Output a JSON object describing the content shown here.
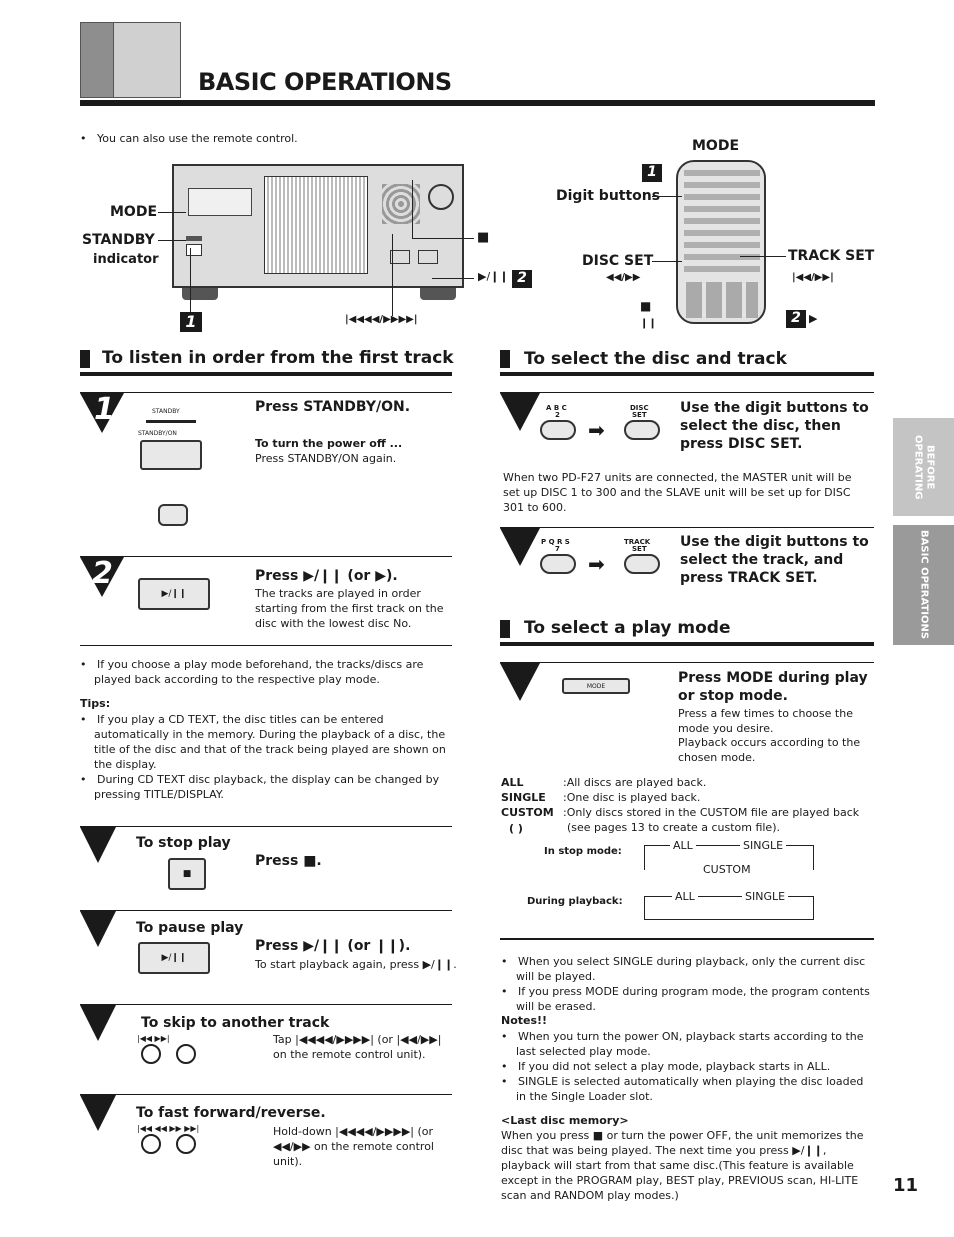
{
  "header": {
    "title": "BASIC OPERATIONS"
  },
  "intro": {
    "remote_note": "You can also use the remote control."
  },
  "diagram": {
    "mode_label": "MODE",
    "standby_label": "STANDBY",
    "indicator_label": "indicator",
    "digit_buttons_label": "Digit buttons",
    "remote_mode_label": "MODE",
    "disc_set_label": "DISC SET",
    "track_set_label": "TRACK SET",
    "disc_arrows": "◀◀/▶▶",
    "track_arrows": "|◀◀/▶▶|",
    "stop_glyph": "■",
    "play_pause_glyph": "▶/❙❙",
    "skip_glyph": "|◀◀◀◀/▶▶▶▶|",
    "pause_glyph": "❙❙",
    "play_glyph": "▶",
    "step1": "1",
    "step2": "2"
  },
  "left": {
    "section_title": "To listen in order from the first track",
    "step1": {
      "num": "1",
      "title": "Press STANDBY/ON.",
      "sub_title": "To turn the power off ...",
      "sub_text": "Press STANDBY/ON again.",
      "pic_standby": "STANDBY",
      "pic_standby_on": "STANDBY/ON"
    },
    "step2": {
      "num": "2",
      "title": "Press ▶/❙❙ (or ▶).",
      "text": "The tracks are played in order starting from the first track on the disc with the lowest disc No.",
      "pic_label": "▶/❙❙"
    },
    "bullet1": "If you choose a play mode beforehand, the tracks/discs are played back according to the respective play mode.",
    "tips_title": "Tips:",
    "tip1": "If you play a CD TEXT, the disc titles can be entered automatically in the memory. During the playback of a disc, the title of the disc and that of the track being played are shown on the display.",
    "tip2": "During CD TEXT disc playback, the display can be changed by pressing TITLE/DISPLAY.",
    "stop": {
      "title": "To stop play",
      "press": "Press ■."
    },
    "pause": {
      "title": "To pause play",
      "press": "Press ▶/❙❙ (or ❙❙).",
      "text": "To start playback again, press ▶/❙❙.",
      "pic_label": "▶/❙❙"
    },
    "skip": {
      "title": "To skip to another track",
      "text": "Tap |◀◀◀◀/▶▶▶▶| (or |◀◀/▶▶| on the remote control unit).",
      "icons": "|◀◀  ▶▶|"
    },
    "ff": {
      "title": "To fast forward/reverse.",
      "text": "Hold-down |◀◀◀◀/▶▶▶▶| (or ◀◀/▶▶ on the remote control unit).",
      "icons": "|◀◀ ◀◀  ▶▶ ▶▶|"
    }
  },
  "right": {
    "select_title": "To select the disc and track",
    "disc_step": {
      "text": "Use the digit buttons to select the disc, then press DISC SET.",
      "key_top": "A B C",
      "key_num": "2",
      "set_top": "DISC",
      "set_bot": "SET"
    },
    "disc_note": "When two PD-F27 units are connected, the MASTER unit will be set up DISC 1 to 300 and the SLAVE unit will be set up for DISC 301 to 600.",
    "track_step": {
      "text": "Use the digit buttons to select the track, and press TRACK SET.",
      "key_top": "P Q R S",
      "key_num": "7",
      "set_top": "TRACK",
      "set_bot": "SET"
    },
    "mode_title": "To select a play mode",
    "mode_step": {
      "title": "Press MODE during play or stop mode.",
      "text1": "Press a few times to choose the mode you desire.",
      "text2": "Playback occurs according to the chosen mode.",
      "pic_label": "MODE"
    },
    "modes": [
      {
        "name": "ALL",
        "desc": ":All discs are played back."
      },
      {
        "name": "SINGLE",
        "desc": ":One disc is played back."
      },
      {
        "name": "CUSTOM",
        "desc": ":Only discs stored in the CUSTOM file are played back"
      },
      {
        "name": "(      )",
        "desc": "(see pages 13 to create a custom file)."
      }
    ],
    "stop_mode_label": "In stop mode:",
    "playback_label": "During playback:",
    "flow_all": "ALL",
    "flow_single": "SINGLE",
    "flow_custom": "CUSTOM",
    "bullets": [
      "When you select SINGLE during playback, only the current disc will be played.",
      "If you press MODE during program mode, the program contents will be erased."
    ],
    "notes_title": "Notes!!",
    "notes": [
      "When you turn the power ON, playback starts according to the last selected play mode.",
      "If you did not select a play mode, playback starts in ALL.",
      "SINGLE is selected automatically when playing the disc loaded in the Single Loader slot."
    ],
    "memory_title": "<Last disc memory>",
    "memory_text": "When you press ■ or turn the power OFF, the unit memorizes the disc that was being played. The next time you press ▶/❙❙, playback will start from that same disc.(This feature is available except in the PROGRAM play, BEST play, PREVIOUS scan, HI-LITE scan and RANDOM play modes.)"
  },
  "side_tabs": {
    "tab1": "BEFORE OPERATING",
    "tab2": "BASIC OPERATIONS"
  },
  "page_number": "11"
}
